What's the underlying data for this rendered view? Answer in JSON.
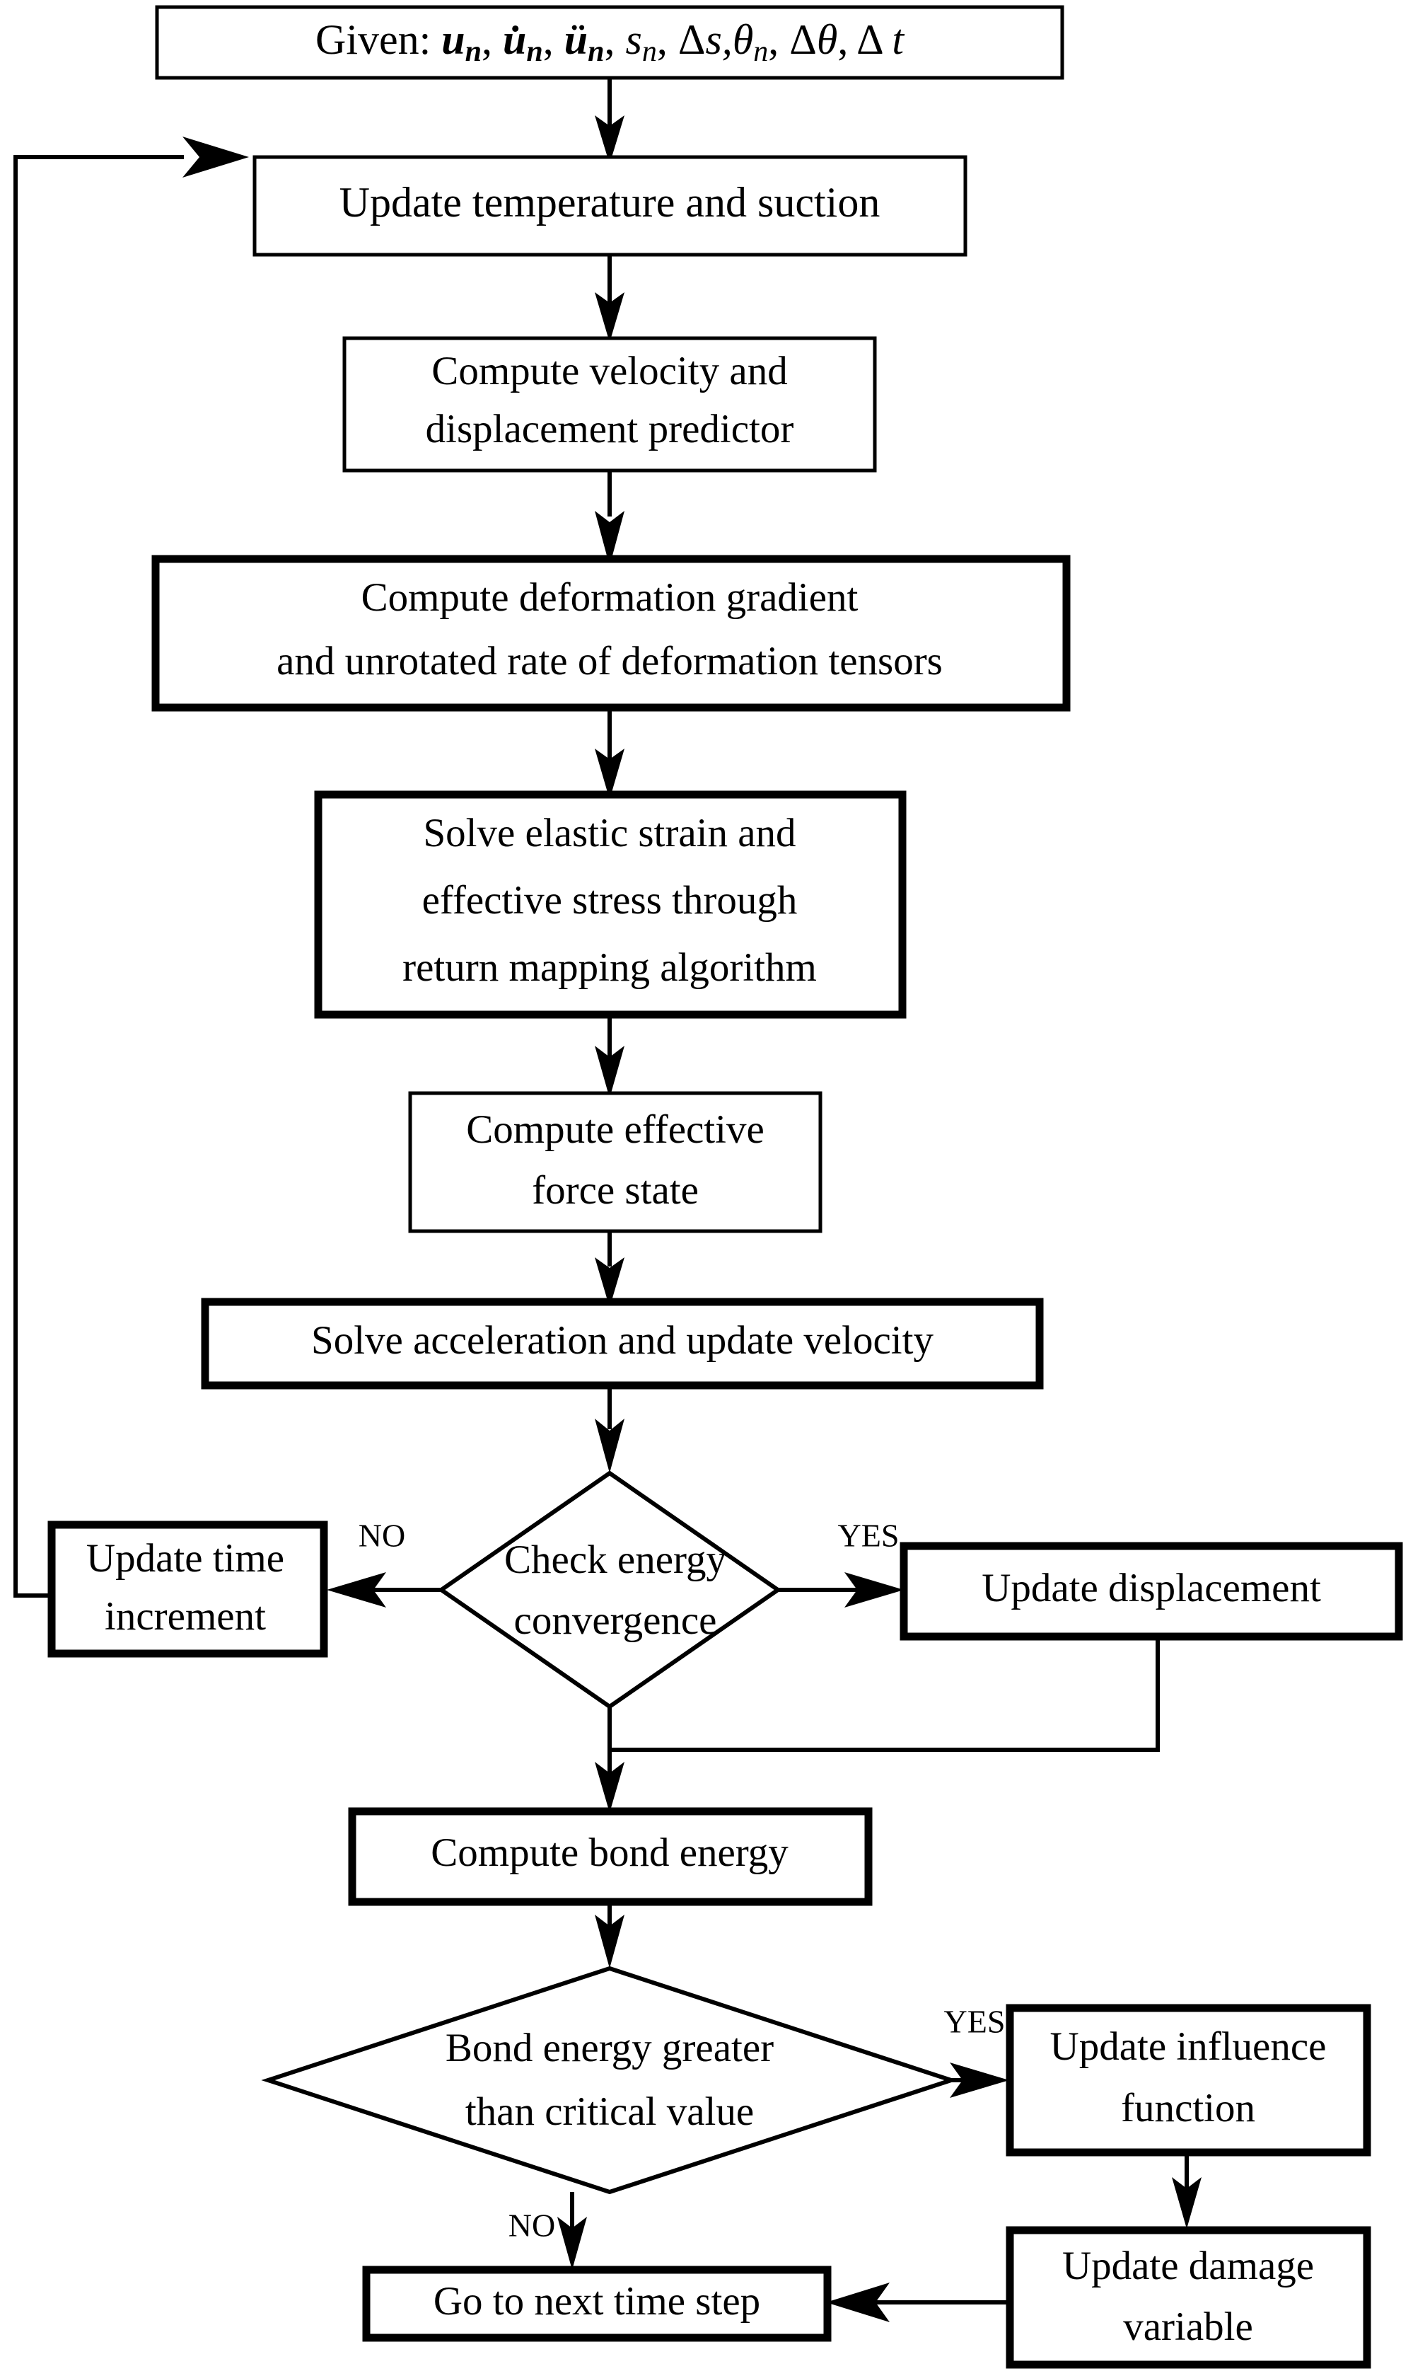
{
  "diagram": {
    "title": "Explicit time-integration flowchart",
    "colors": {
      "stroke": "#000000",
      "fill": "#ffffff",
      "text": "#000000"
    },
    "nodes": {
      "given": {
        "prefix": "Given:",
        "symbols": "u_n, u̇_n, ü_n, s_n, Δs, θ_n, Δθ, Δt",
        "full_text": "Given: u_n, u̇_n, ü_n, s_n, Δs, θ_n, Δθ, Δt",
        "shape": "rect"
      },
      "update_temp": {
        "line1": "Update temperature and suction",
        "shape": "rect"
      },
      "compute_velocity": {
        "line1": "Compute velocity and",
        "line2": "displacement predictor",
        "shape": "rect"
      },
      "compute_deformation": {
        "line1": "Compute deformation gradient",
        "line2": "and unrotated rate of deformation tensors",
        "shape": "rect"
      },
      "solve_elastic": {
        "line1": "Solve elastic strain and",
        "line2": "effective stress through",
        "line3": "return mapping algorithm",
        "shape": "rect"
      },
      "compute_force": {
        "line1": "Compute effective",
        "line2": "force state",
        "shape": "rect"
      },
      "solve_accel": {
        "line1": "Solve acceleration and update velocity",
        "shape": "rect"
      },
      "check_energy": {
        "line1": "Check energy",
        "line2": "convergence",
        "shape": "diamond"
      },
      "update_time": {
        "line1": "Update time",
        "line2": "increment",
        "shape": "rect"
      },
      "update_displacement": {
        "line1": "Update displacement",
        "shape": "rect"
      },
      "compute_bond": {
        "line1": "Compute bond energy",
        "shape": "rect"
      },
      "bond_check": {
        "line1": "Bond energy greater",
        "line2": "than critical value",
        "shape": "diamond"
      },
      "update_influence": {
        "line1": "Update influence",
        "line2": "function",
        "shape": "rect"
      },
      "update_damage": {
        "line1": "Update damage",
        "line2": "variable",
        "shape": "rect"
      },
      "next_step": {
        "line1": "Go to next time step",
        "shape": "rect"
      }
    },
    "edge_labels": {
      "energy_no": "NO",
      "energy_yes": "YES",
      "bond_yes": "YES",
      "bond_no": "NO"
    }
  }
}
